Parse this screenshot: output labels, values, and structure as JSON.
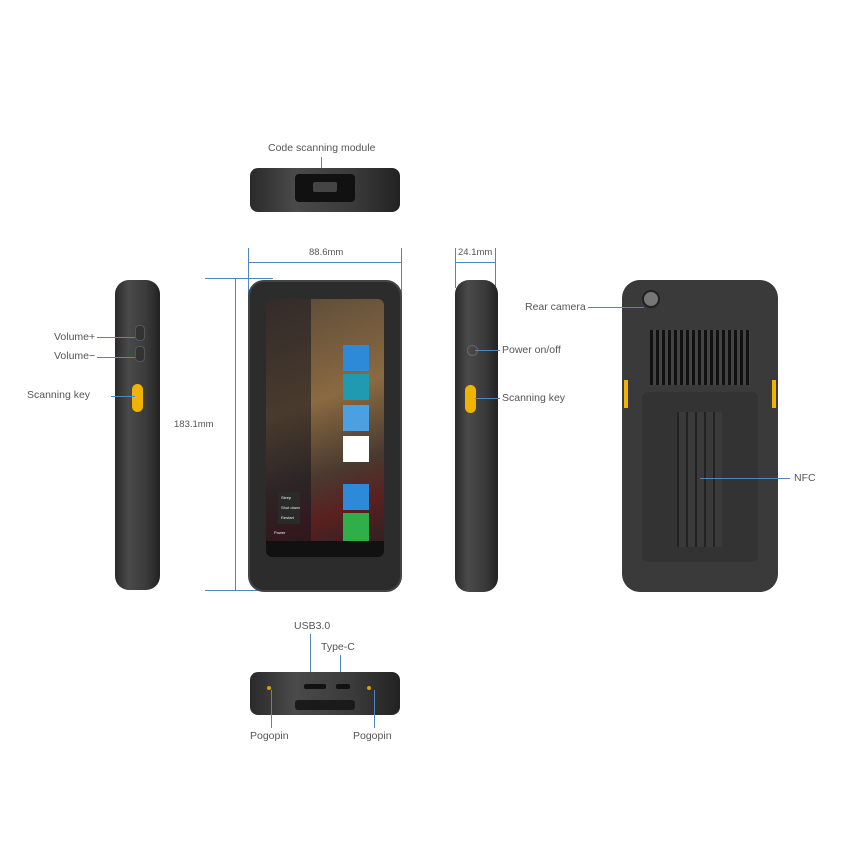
{
  "labels": {
    "code_scanning_module": "Code scanning module",
    "width": "88.6mm",
    "depth": "24.1mm",
    "height": "183.1mm",
    "volume_up": "Volume+",
    "volume_down": "Volume−",
    "scanning_key_left": "Scanning key",
    "rear_camera": "Rear camera",
    "power": "Power on/off",
    "scanning_key_right": "Scanning key",
    "nfc": "NFC",
    "usb": "USB3.0",
    "typec": "Type-C",
    "pogopin_left": "Pogopin",
    "pogopin_right": "Pogopin"
  },
  "screen": {
    "power_menu": [
      "Sleep",
      "Shut down",
      "Restart"
    ],
    "power_label": "Power"
  },
  "colors": {
    "callout_line": "#4f86c0",
    "scan_key": "#f0b400",
    "tile_blue": "#2d8ad8",
    "tile_green": "#2fae4a"
  }
}
